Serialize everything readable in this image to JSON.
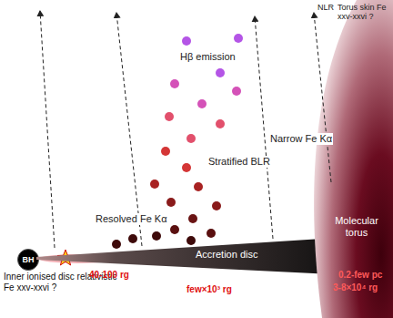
{
  "diagram": {
    "nodes": [
      {
        "text": [
          "BH"
        ]
      },
      {
        "text": [
          "Accretion disc"
        ]
      },
      {
        "text": [
          "Molecular torus"
        ]
      }
    ],
    "labels": [
      "Hβ emission",
      "Stratified BLR",
      "Resolved Fe Kα",
      "Narrow Fe Kα",
      "NLR",
      "Torus skin Fe xxv-xxvi ?",
      "Inner ionised disc relativistic Fe xxv-xxvi ?",
      "40-100 rg",
      "few×10³ rg",
      "0.2-few pc",
      "3-8×10⁴ rg"
    ]
  }
}
